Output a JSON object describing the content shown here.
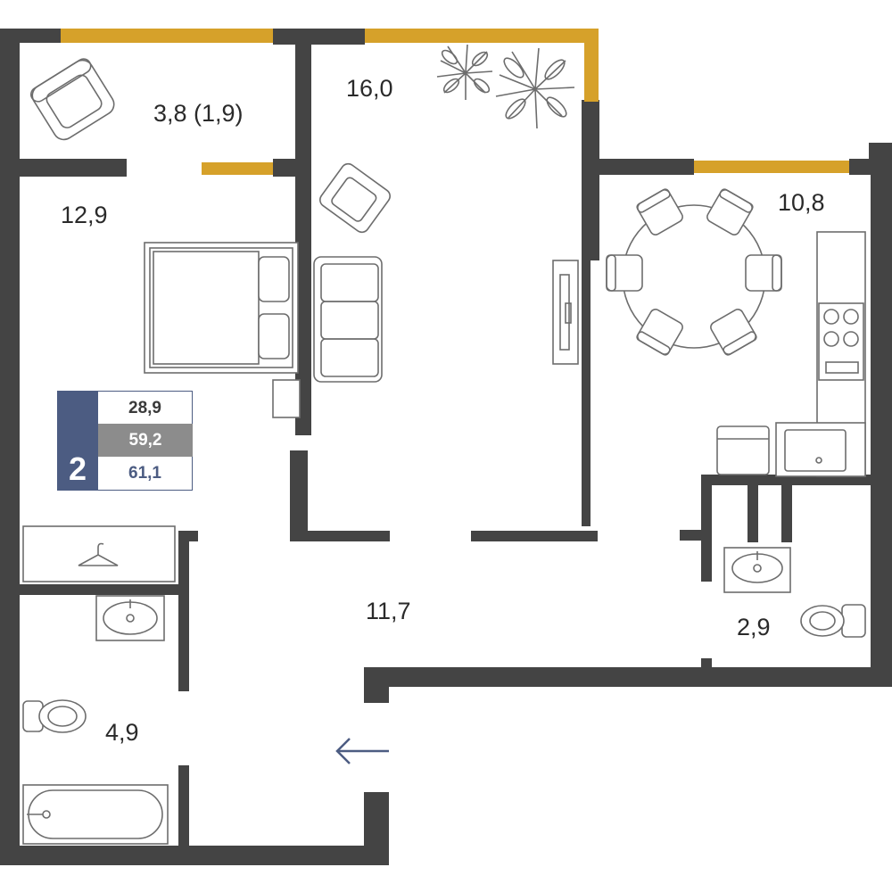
{
  "apartment": {
    "rooms_count": "2",
    "living_area": "28,9",
    "total_area": "59,2",
    "total_area_with_balcony": "61,1"
  },
  "rooms": {
    "balcony": "3,8 (1,9)",
    "living_room": "16,0",
    "bedroom": "12,9",
    "kitchen": "10,8",
    "hallway": "11,7",
    "bathroom": "4,9",
    "wc": "2,9"
  },
  "colors": {
    "wall": "#444444",
    "window": "#d6a12a",
    "accent": "#4c5c82",
    "furniture": "#6d6d6d"
  },
  "icons": {
    "entrance": "arrow-left-icon"
  }
}
